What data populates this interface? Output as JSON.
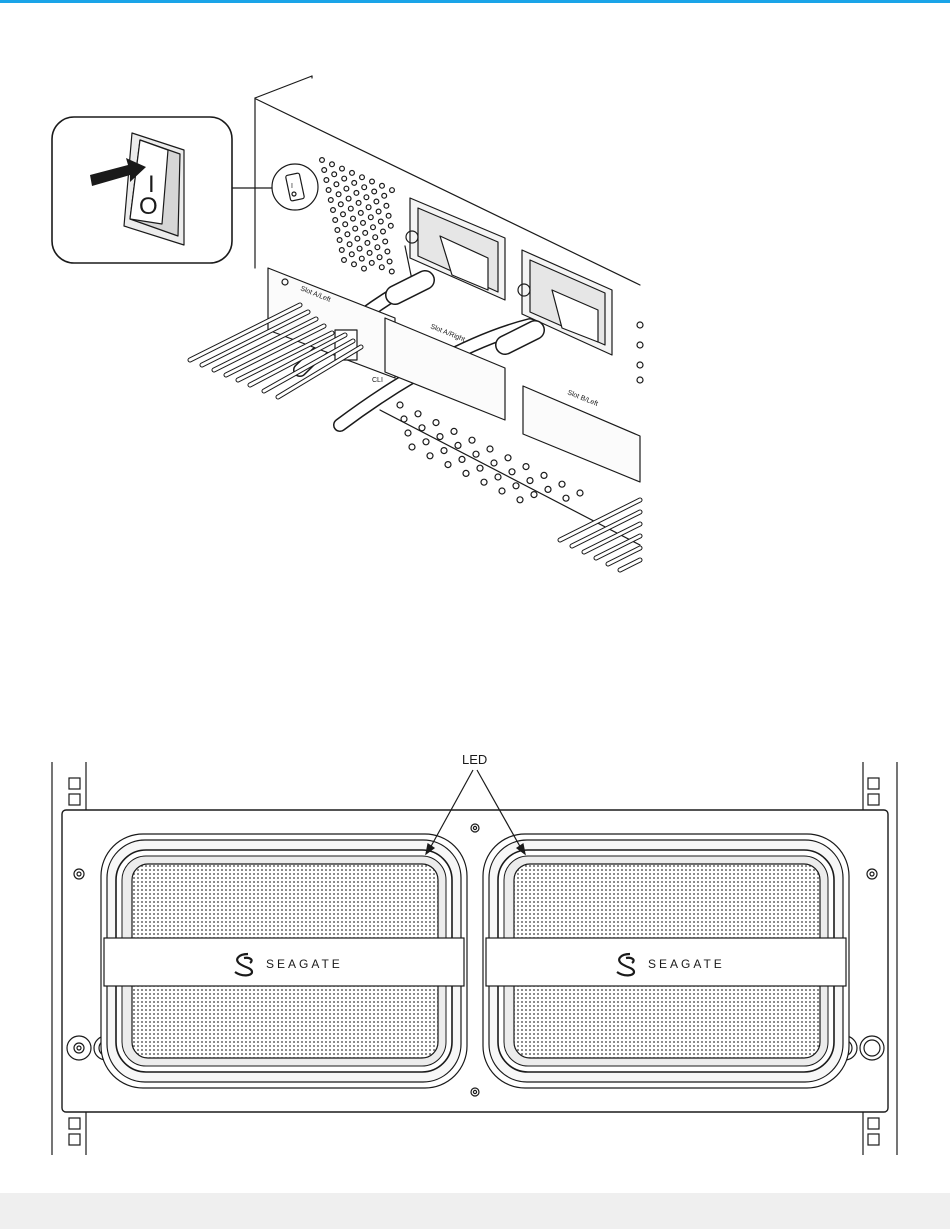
{
  "colors": {
    "accent_rule": "#1aa4e8",
    "footer_band": "#efefef",
    "line": "#1a1a1a",
    "fill_light": "#f2f2f2",
    "fill_mid": "#d9d9d9"
  },
  "rear_view": {
    "callout_icon": "power-switch-icon",
    "switch_on_symbol": "I",
    "switch_off_symbol": "O",
    "slot_labels": [
      "Slot A/Left",
      "Slot A/Right",
      "Slot B/Left"
    ],
    "port_label": "CLI"
  },
  "front_view": {
    "callout_label": "LED",
    "brand_left": "SEAGATE",
    "brand_right": "SEAGATE",
    "brand_icon": "seagate-logo-icon"
  }
}
